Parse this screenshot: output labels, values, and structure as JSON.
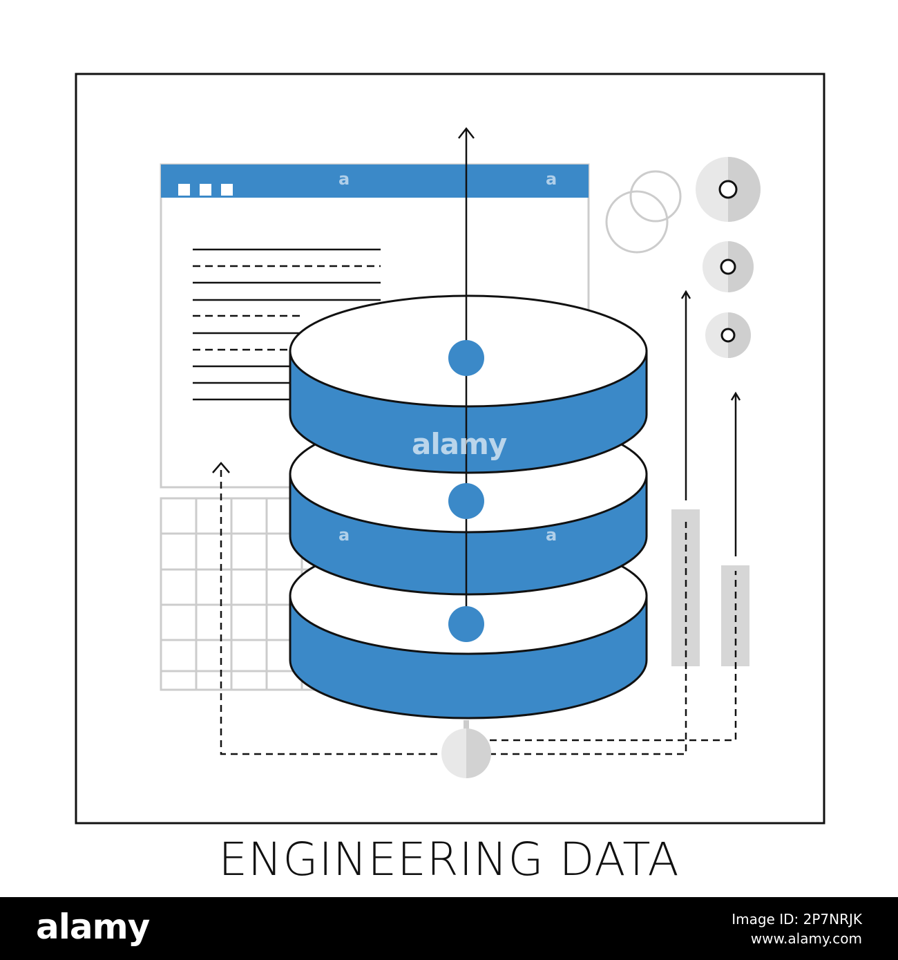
{
  "caption": "ENGINEERING DATA",
  "watermark": {
    "main": "alamy",
    "small_a": "a"
  },
  "footer": {
    "logo": "alamy",
    "image_id": "Image ID: 2P7NRJK",
    "site": "www.alamy.com"
  },
  "colors": {
    "accent_blue": "#3b89c8",
    "light_gray": "#cccccc",
    "mid_gray": "#e6e6e6",
    "stroke": "#111111"
  },
  "icons": [
    "browser-window-icon",
    "database-stack-icon",
    "gear-ring-icon",
    "bar-chart-icon",
    "grid-table-icon"
  ]
}
